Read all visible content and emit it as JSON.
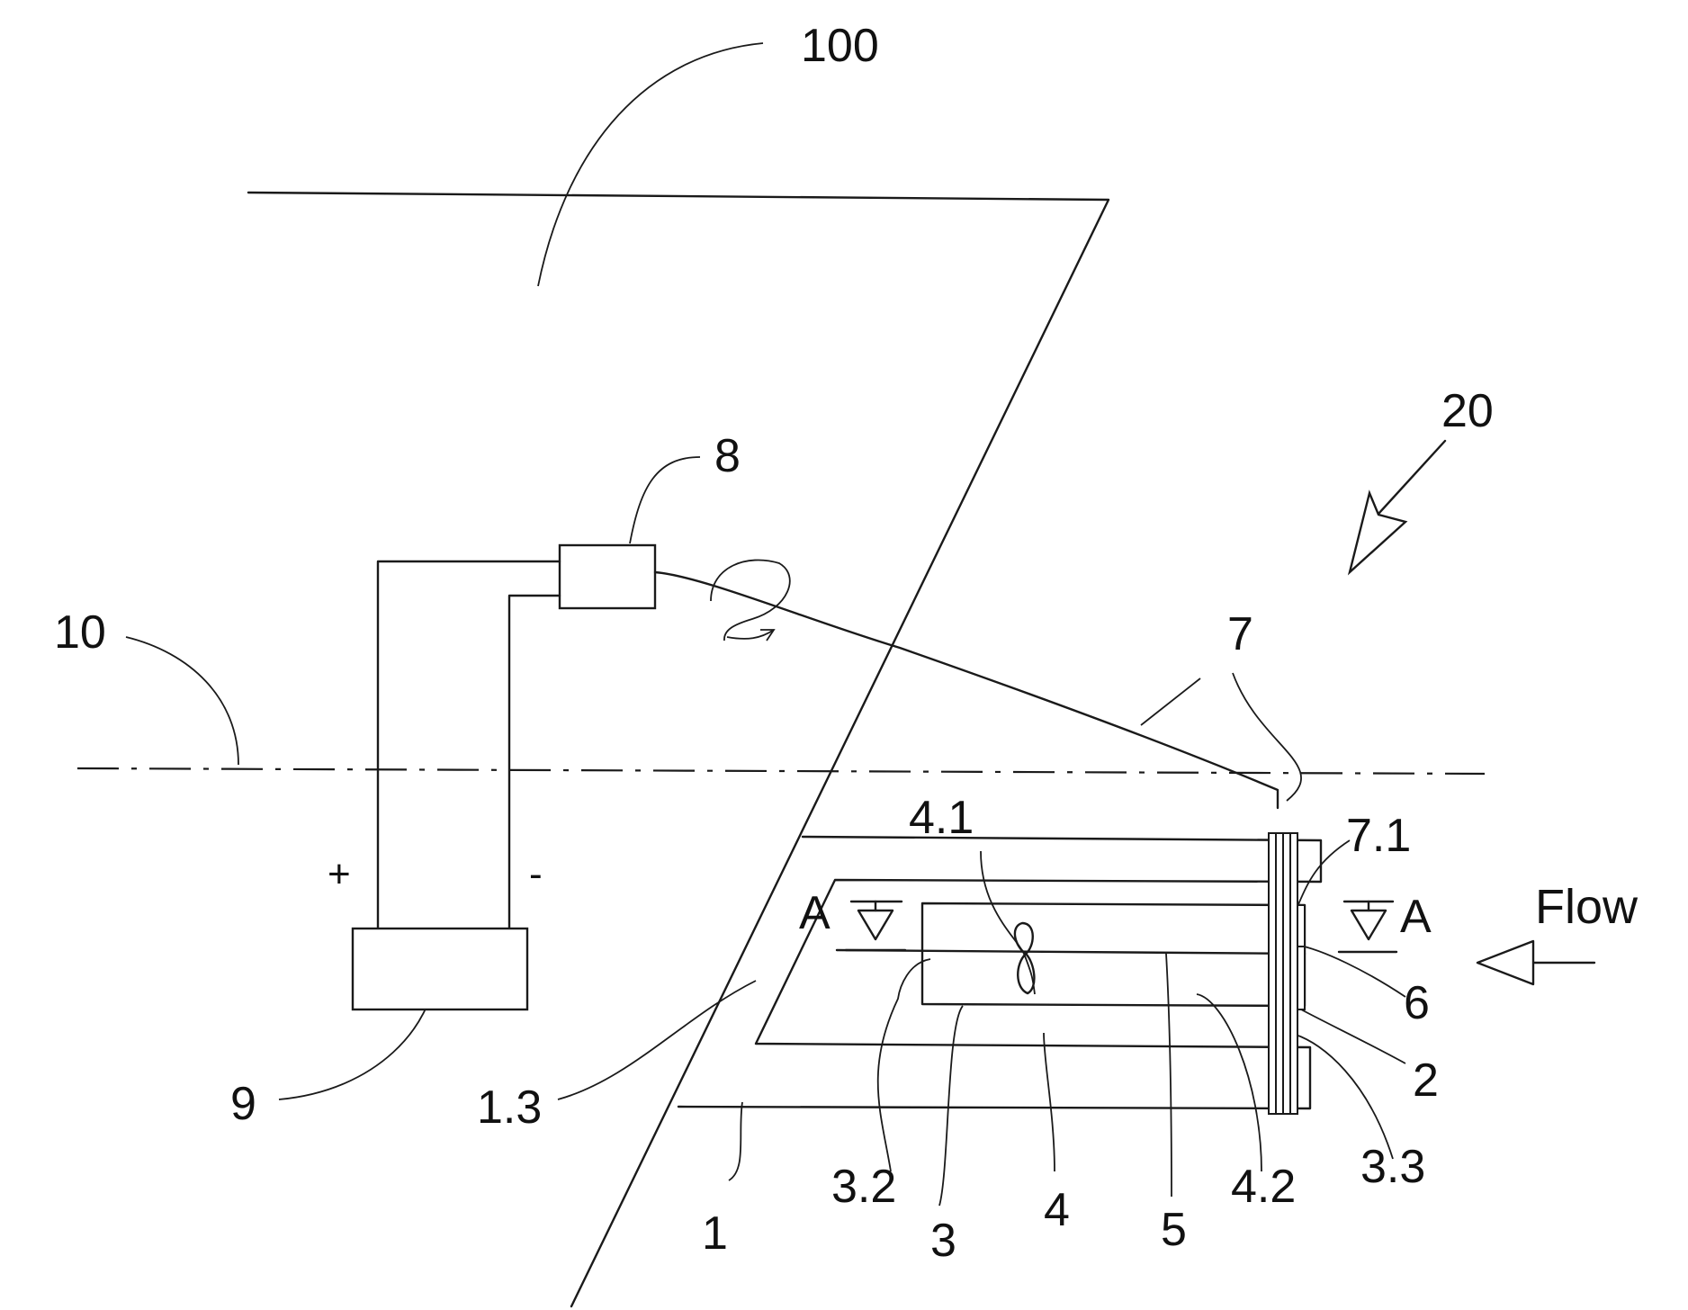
{
  "labels": {
    "hull": "100",
    "device": "20",
    "waterline": "10",
    "unit_8": "8",
    "battery": "9",
    "cable": "7",
    "cable_end": "7.1",
    "support_1_3": "1.3",
    "support_1": "1",
    "part_4_1": "4.1",
    "part_3_2": "3.2",
    "part_3": "3",
    "part_4": "4",
    "part_5": "5",
    "part_4_2": "4.2",
    "part_3_3": "3.3",
    "part_6": "6",
    "part_2": "2",
    "section_left": "A",
    "section_right": "A",
    "plus": "+",
    "minus": "-",
    "flow": "Flow"
  }
}
